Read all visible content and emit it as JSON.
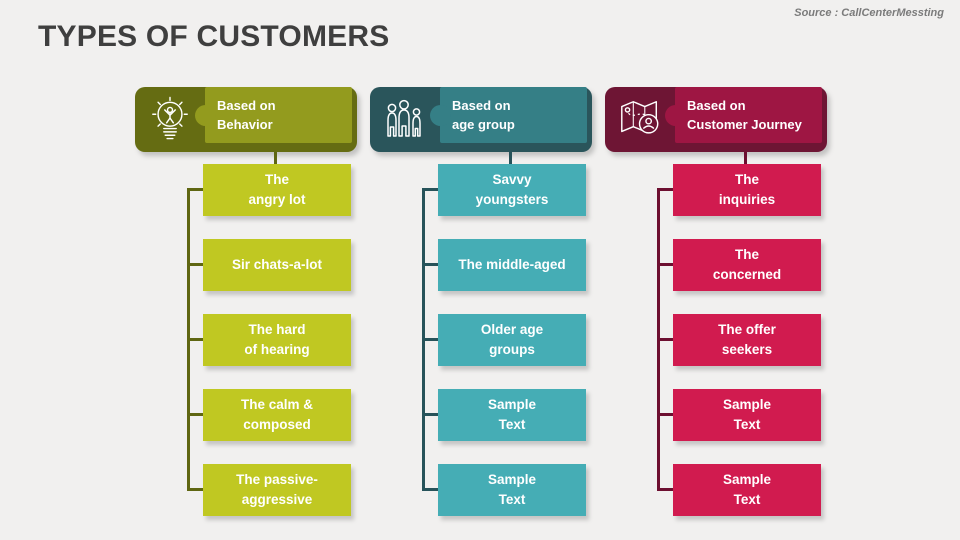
{
  "slide": {
    "title": "TYPES OF CUSTOMERS",
    "source": "Source : CallCenterMessting",
    "background_color": "#f1f0ef",
    "title_color": "#3f3f3f"
  },
  "columns": [
    {
      "header": "Based on\nBehavior",
      "icon": "idea-bulb-icon",
      "colors": {
        "dark": "#656c12",
        "tab": "#939b1e",
        "box": "#c0c822",
        "line": "#5f6612"
      },
      "items": [
        "The\nangry lot",
        "Sir chats-a-lot",
        "The hard\nof hearing",
        "The calm &\ncomposed",
        "The passive-\naggressive"
      ]
    },
    {
      "header": "Based on\nage group",
      "icon": "family-age-groups-icon",
      "colors": {
        "dark": "#2a555b",
        "tab": "#357f86",
        "box": "#45adb5",
        "line": "#27535a"
      },
      "items": [
        "Savvy\nyoungsters",
        "The middle-aged",
        "Older age\ngroups",
        "Sample\nText",
        "Sample\nText"
      ]
    },
    {
      "header": "Based on\nCustomer Journey",
      "icon": "customer-journey-map-icon",
      "colors": {
        "dark": "#6e1534",
        "tab": "#9e1643",
        "box": "#d11b4f",
        "line": "#6d0f30"
      },
      "items": [
        "The\ninquiries",
        "The\nconcerned",
        "The offer\nseekers",
        "Sample\nText",
        "Sample\nText"
      ]
    }
  ]
}
